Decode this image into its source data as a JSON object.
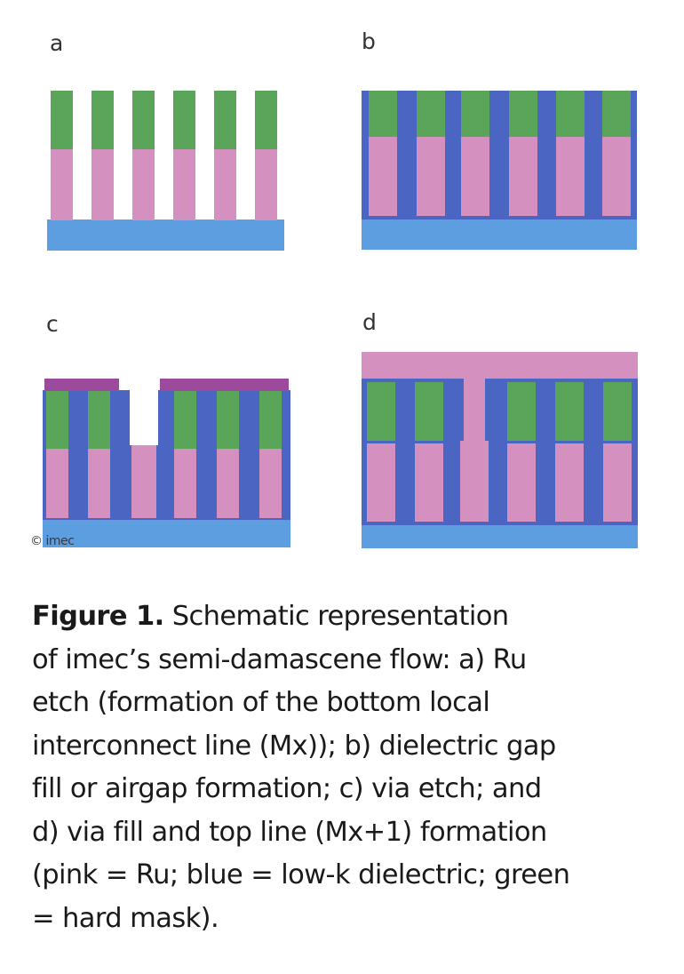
{
  "panels": {
    "a": {
      "label": "a"
    },
    "b": {
      "label": "b"
    },
    "c": {
      "label": "c"
    },
    "d": {
      "label": "d"
    }
  },
  "watermark": "© imec",
  "caption": {
    "title": "Figure 1.",
    "lines": [
      " Schematic representation",
      "of imec’s semi-damascene flow: a) Ru",
      "etch (formation of the bottom local",
      "interconnect line (Mx)); b) dielectric gap",
      "fill or airgap formation; c) via etch; and",
      "d) via fill and top line (Mx+1) formation",
      "(pink = Ru; blue = low-k dielectric; green",
      "= hard mask)."
    ]
  },
  "colors": {
    "ru": "#d491c0",
    "low_k_dielectric": "#4a66c2",
    "substrate": "#5d9ee0",
    "hard_mask": "#5aa55a",
    "via_mask": "#9c4a9c"
  }
}
